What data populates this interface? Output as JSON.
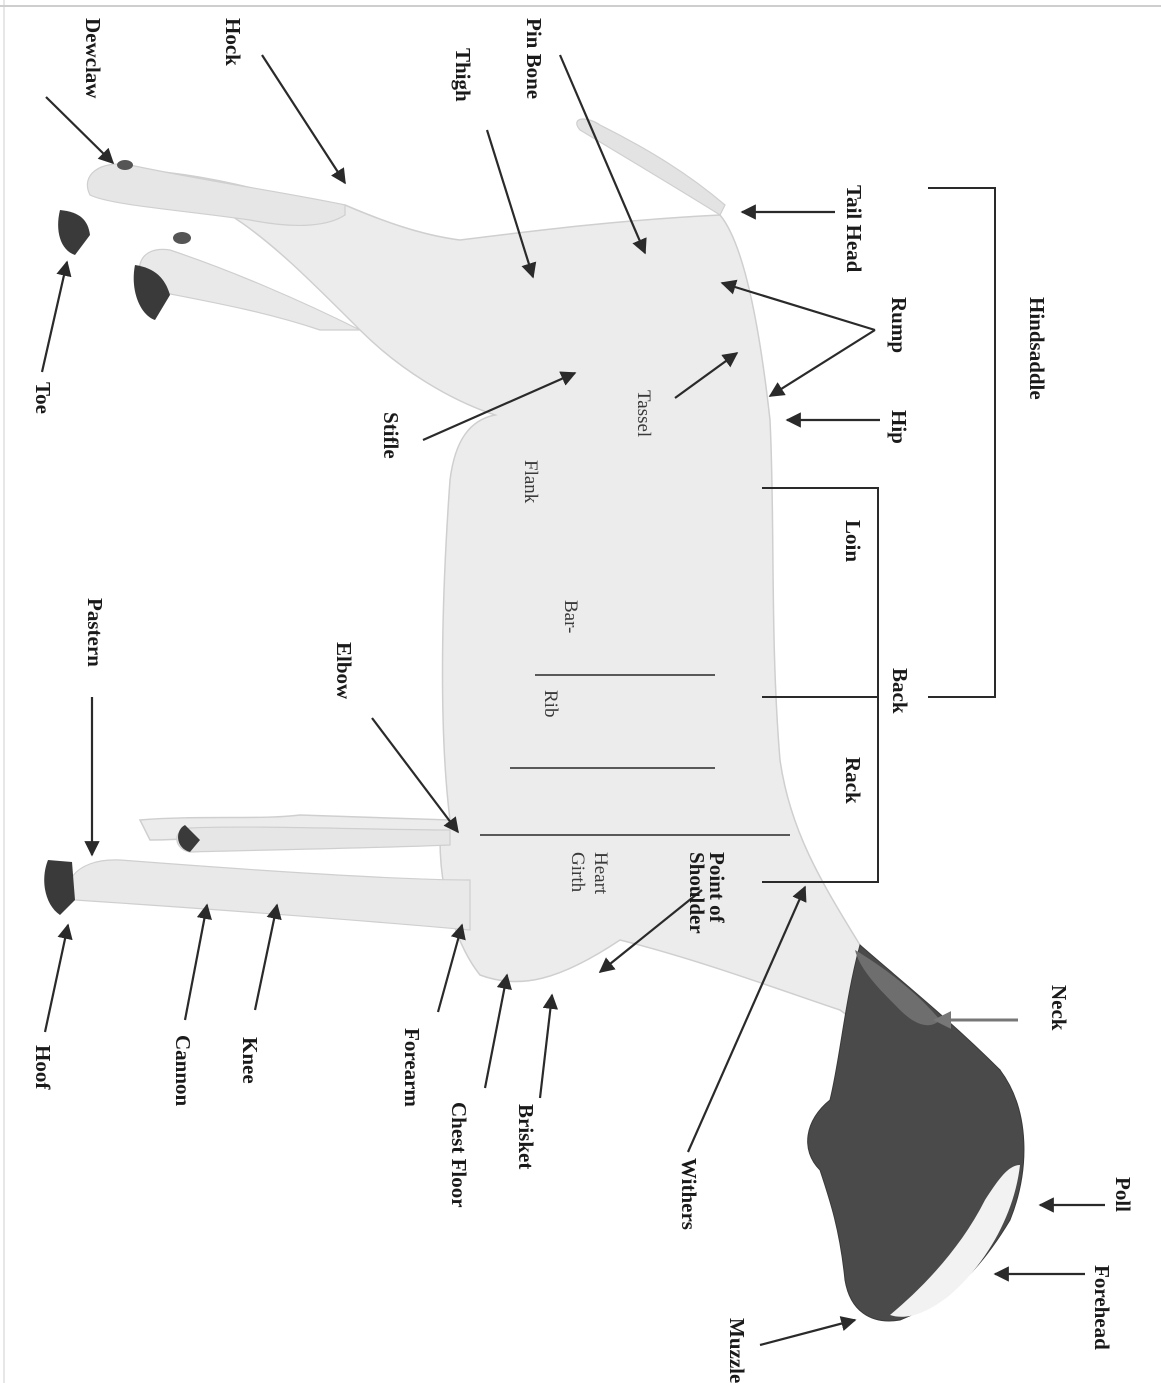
{
  "labels": {
    "dewclaw": "Dewclaw",
    "hock": "Hock",
    "thigh": "Thigh",
    "pin_bone": "Pin Bone",
    "tail_head": "Tail Head",
    "rump": "Rump",
    "hindsaddle": "Hindsaddle",
    "hip": "Hip",
    "loin": "Loin",
    "back": "Back",
    "rack": "Rack",
    "point_of_shoulder_1": "Point of",
    "point_of_shoulder_2": "Shoulder",
    "neck": "Neck",
    "poll": "Poll",
    "forehead": "Forehead",
    "muzzle": "Muzzle",
    "withers": "Withers",
    "brisket": "Brisket",
    "chest_floor": "Chest Floor",
    "forearm": "Forearm",
    "knee": "Knee",
    "cannon": "Cannon",
    "hoof": "Hoof",
    "pastern": "Pastern",
    "elbow": "Elbow",
    "stifle": "Stifle",
    "toe": "Toe",
    "tassel": "Tassel",
    "flank": "Flank",
    "bar": "Bar-",
    "rib": "Rib",
    "heart_girth_1": "Heart",
    "heart_girth_2": "Girth"
  },
  "colors": {
    "body": "#ececec",
    "body_shade": "#d9d9d9",
    "head": "#4a4a4a",
    "hoof": "#3a3a3a",
    "ink": "#1a1a1a"
  }
}
